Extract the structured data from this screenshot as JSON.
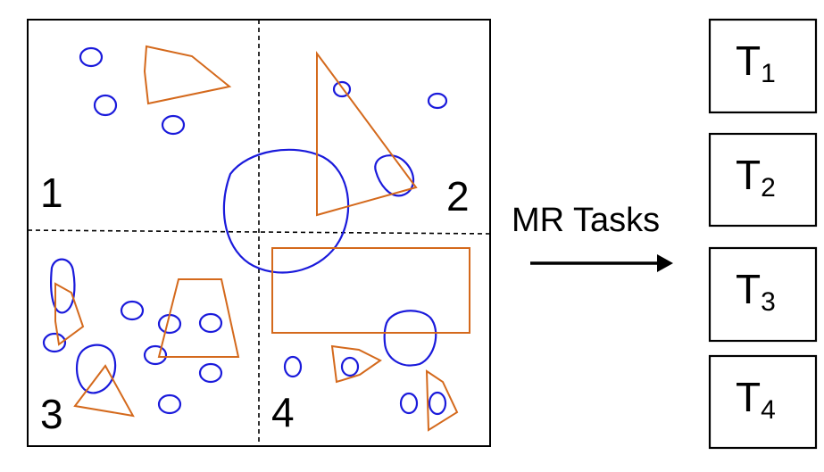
{
  "diagram": {
    "quadrant_labels": [
      "1",
      "2",
      "3",
      "4"
    ],
    "arrow_label": "MR Tasks",
    "tasks": [
      {
        "letter": "T",
        "sub": "1"
      },
      {
        "letter": "T",
        "sub": "2"
      },
      {
        "letter": "T",
        "sub": "3"
      },
      {
        "letter": "T",
        "sub": "4"
      }
    ],
    "colors": {
      "circle_stroke": "#1a1adb",
      "polygon_stroke": "#d4691c",
      "frame": "#000000"
    }
  }
}
